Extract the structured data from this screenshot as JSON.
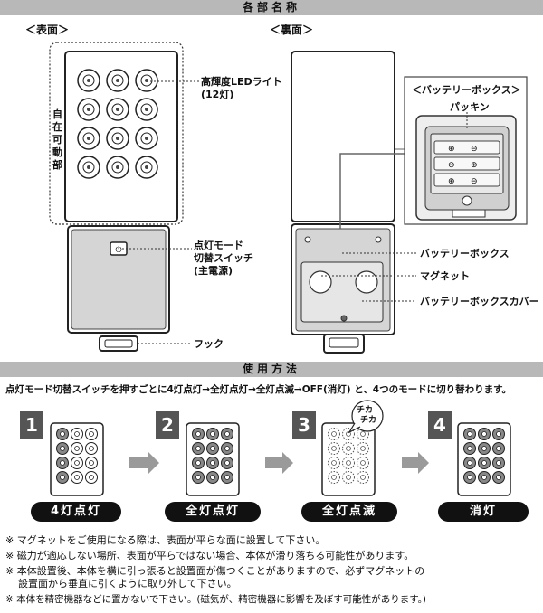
{
  "header_parts": "各部名称",
  "front": {
    "title": "＜表面＞",
    "movable": "自在可動部",
    "led_label": "高輝度LEDライト",
    "led_count": "(12灯)",
    "switch_l1": "点灯モード",
    "switch_l2": "切替スイッチ",
    "switch_l3": "(主電源)",
    "hook": "フック"
  },
  "back": {
    "title": "＜裏面＞",
    "battery_box_title": "＜バッテリーボックス＞",
    "packing": "パッキン",
    "battery_box": "バッテリーボックス",
    "magnet": "マグネット",
    "battery_cover": "バッテリーボックスカバー"
  },
  "header_usage": "使用方法",
  "instruction": "点灯モード切替スイッチを押すごとに4灯点灯→全灯点灯→全灯点滅→OFF(消灯) と、4つのモードに切り替わります。",
  "steps": [
    {
      "num": "1",
      "label": "4灯点灯"
    },
    {
      "num": "2",
      "label": "全灯点灯"
    },
    {
      "num": "3",
      "label": "全灯点滅",
      "bubble1": "チカ",
      "bubble2": "チカ"
    },
    {
      "num": "4",
      "label": "消灯"
    }
  ],
  "notes": {
    "n1": "※ マグネットをご使用になる際は、表面が平らな面に設置して下さい。",
    "n2": "※ 磁力が適応しない場所、表面が平らではない場合、本体が滑り落ちる可能性があります。",
    "n3a": "※ 本体設置後、本体を横に引っ張ると設置面が傷つくことがありますので、必ずマグネットの",
    "n3b": "設置面から垂直に引くように取り外して下さい。",
    "n4": "※ 本体を精密機器などに置かないで下さい。(磁気が、精密機器に影響を及ぼす可能性があります。)"
  }
}
